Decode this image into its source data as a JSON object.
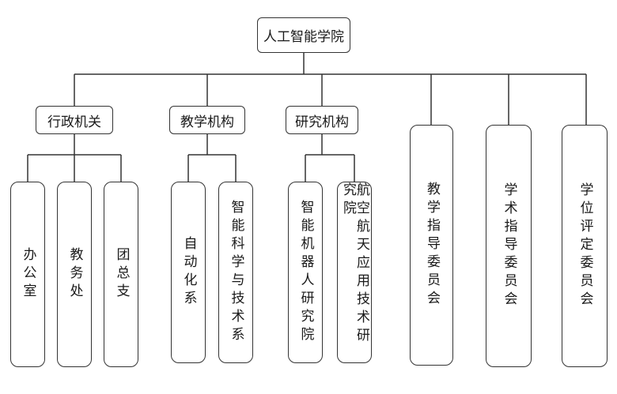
{
  "root": "人工智能学院",
  "groups": [
    {
      "label": "行政机关",
      "children": [
        "办公室",
        "教务处",
        "团总支"
      ]
    },
    {
      "label": "教学机构",
      "children": [
        "自动化系",
        "智能科学与技术系"
      ]
    },
    {
      "label": "研究机构",
      "children": [
        "智能机器人研究院",
        "航空航天应用技术研究院"
      ]
    }
  ],
  "committees": [
    "教学指导委员会",
    "学术指导委员会",
    "学位评定委员会"
  ]
}
